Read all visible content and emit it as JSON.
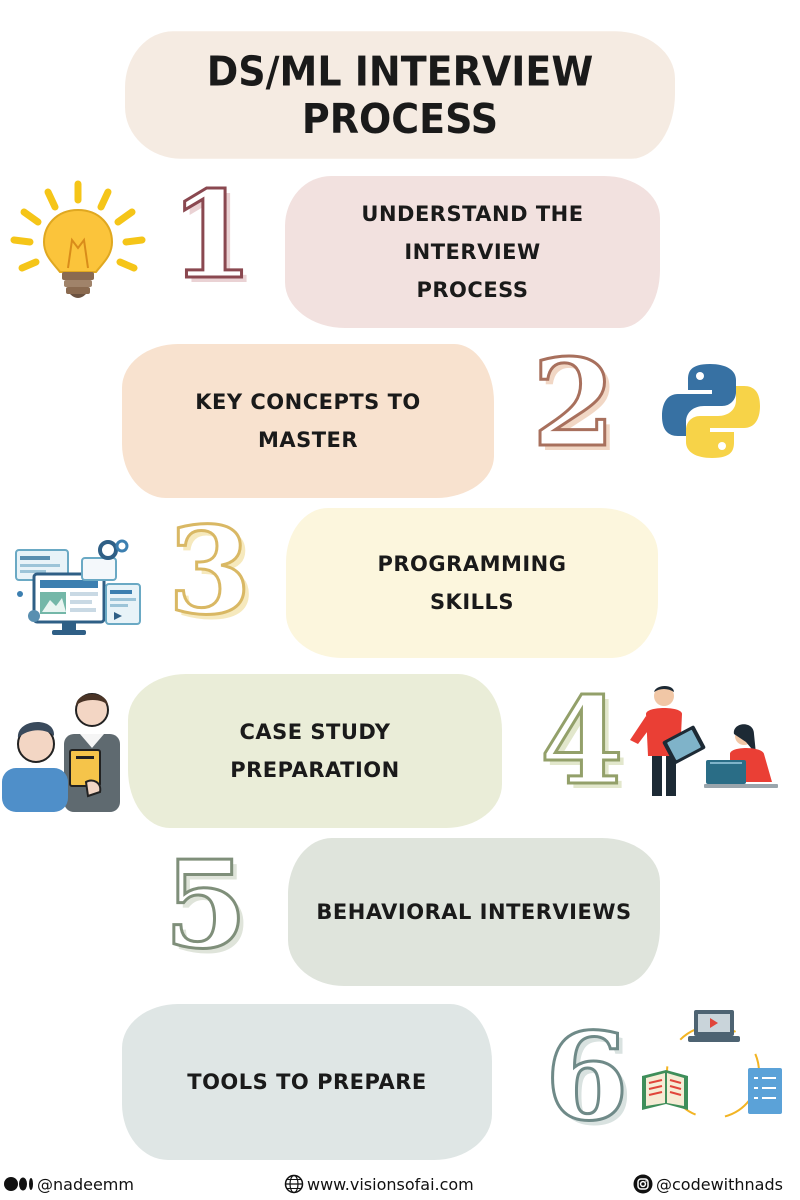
{
  "title": "DS/ML INTERVIEW PROCESS",
  "steps": [
    {
      "number": "1",
      "label": "UNDERSTAND THE\nINTERVIEW\nPROCESS",
      "icon": "lightbulb-icon"
    },
    {
      "number": "2",
      "label": "KEY CONCEPTS TO\nMASTER",
      "icon": "python-logo-icon"
    },
    {
      "number": "3",
      "label": "PROGRAMMING\nSKILLS",
      "icon": "web-dashboard-icon"
    },
    {
      "number": "4",
      "label": "CASE STUDY\nPREPARATION",
      "icon": "team-discussion-icon"
    },
    {
      "number": "5",
      "label": "BEHAVIORAL INTERVIEWS",
      "icon": ""
    },
    {
      "number": "6",
      "label": "TOOLS TO PREPARE",
      "icon": "learning-cycle-icon"
    }
  ],
  "footer": {
    "medium": "@nadeemm",
    "website": "www.visionsofai.com",
    "instagram": "@codewithnads"
  },
  "colors": {
    "title_bg": "#f5ebe2",
    "step1_bg": "#f2e1df",
    "step2_bg": "#f8e2cf",
    "step3_bg": "#fcf6dd",
    "step4_bg": "#eaedd8",
    "step5_bg": "#dfe4dc",
    "step6_bg": "#dfe6e5"
  }
}
